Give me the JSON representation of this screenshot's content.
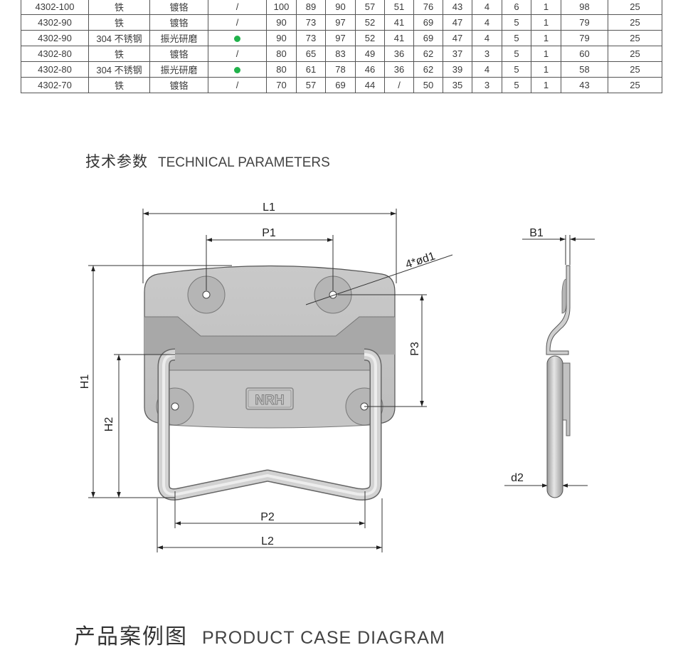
{
  "table": {
    "rows": [
      [
        "4302-100",
        "铁",
        "镀铬",
        "/",
        "100",
        "89",
        "90",
        "57",
        "51",
        "76",
        "43",
        "4",
        "6",
        "1",
        "98",
        "25"
      ],
      [
        "4302-90",
        "铁",
        "镀铬",
        "/",
        "90",
        "73",
        "97",
        "52",
        "41",
        "69",
        "47",
        "4",
        "5",
        "1",
        "79",
        "25"
      ],
      [
        "4302-90",
        "304 不锈钢",
        "振光研磨",
        "dot",
        "90",
        "73",
        "97",
        "52",
        "41",
        "69",
        "47",
        "4",
        "5",
        "1",
        "79",
        "25"
      ],
      [
        "4302-80",
        "铁",
        "镀铬",
        "/",
        "80",
        "65",
        "83",
        "49",
        "36",
        "62",
        "37",
        "3",
        "5",
        "1",
        "60",
        "25"
      ],
      [
        "4302-80",
        "304 不锈钢",
        "振光研磨",
        "dot",
        "80",
        "61",
        "78",
        "46",
        "36",
        "62",
        "39",
        "4",
        "5",
        "1",
        "58",
        "25"
      ],
      [
        "4302-70",
        "铁",
        "镀铬",
        "/",
        "70",
        "57",
        "69",
        "44",
        "/",
        "50",
        "35",
        "3",
        "5",
        "1",
        "43",
        "25"
      ]
    ],
    "dot_color": "#21b24b"
  },
  "tech_params": {
    "title_cn": "技术参数",
    "title_en": "TECHNICAL PARAMETERS"
  },
  "drawing": {
    "logo": "NRH",
    "labels": {
      "L1": "L1",
      "P1": "P1",
      "d1": "4*ød1",
      "P3": "P3",
      "H1": "H1",
      "H2": "H2",
      "P2": "P2",
      "L2": "L2",
      "B1": "B1",
      "d2": "d2"
    }
  },
  "case_diagram": {
    "title_cn": "产品案例图",
    "title_en": "PRODUCT CASE DIAGRAM"
  }
}
